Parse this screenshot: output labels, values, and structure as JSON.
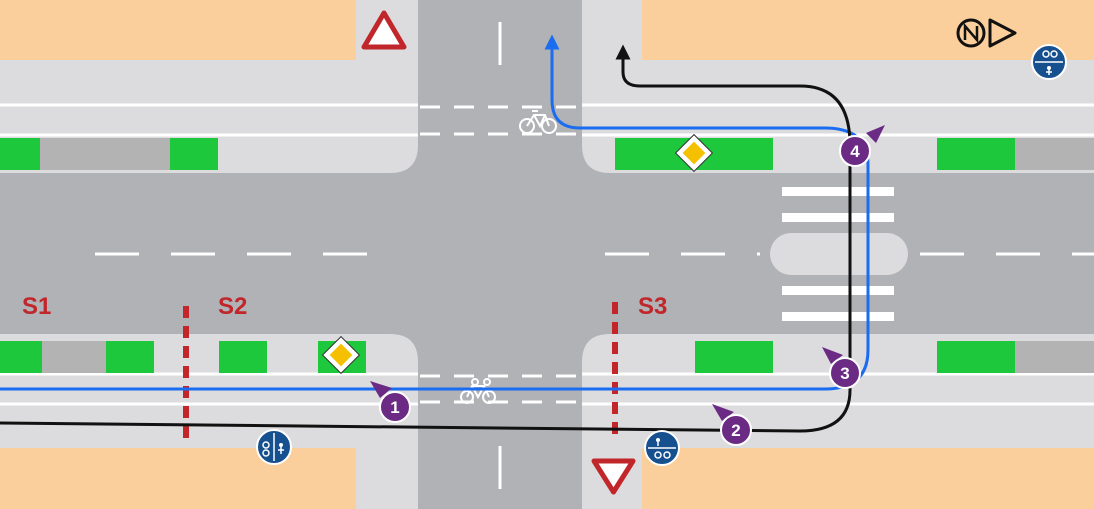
{
  "section_labels": [
    "S1",
    "S2",
    "S3"
  ],
  "markers": [
    "1",
    "2",
    "3",
    "4"
  ],
  "colors": {
    "road": "#b1b2b6",
    "sidewalk": "#dcdcde",
    "building": "#fbcf9b",
    "bike_lane_green": "#1ec83c",
    "bike_lane_gray": "#b3b3b3",
    "marker": "#6b2a83",
    "route_blue": "#1a6cf0",
    "route_black": "#111111",
    "section_red": "#c0262a",
    "sign_blue": "#16508f",
    "priority_yellow": "#f5c000"
  },
  "icons": {
    "north_arrow": "north-arrow-icon",
    "yield_sign": "yield-sign-icon",
    "priority_road_sign": "priority-road-sign-icon",
    "shared_path_sign": "shared-bike-pedestrian-sign-icon",
    "bicycle_marking": "bicycle-road-marking-icon",
    "tandem_marking": "tandem-bicycle-road-marking-icon"
  }
}
